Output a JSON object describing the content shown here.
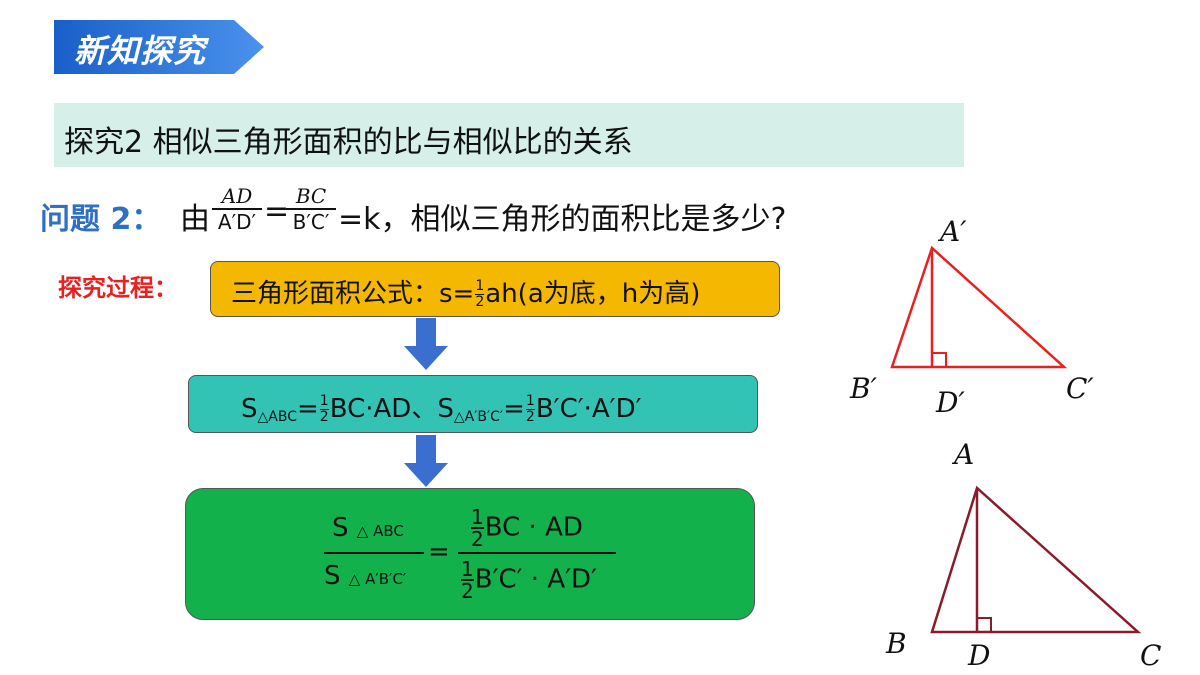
{
  "header": {
    "badge": "新知探究",
    "badge_color": "#1f6fd4"
  },
  "topic": {
    "text": "探究2  相似三角形面积的比与相似比的关系",
    "bg": "#d6efe8"
  },
  "question": {
    "label": "问题 2：",
    "prefix": "由",
    "frac1_num": "AD",
    "frac1_den": "A′D′",
    "eq1": "=",
    "frac2_num": "BC",
    "frac2_den": "B′C′",
    "suffix": "=k，相似三角形的面积比是多少?"
  },
  "process_label": "探究过程：",
  "box1": {
    "pre": "三角形面积公式：s=",
    "half_num": "1",
    "half_den": "2",
    "post": "ah(a为底，h为高)",
    "color": "#f5b800"
  },
  "box2": {
    "s1": "S",
    "sub1": "△ABC",
    "mid1": "=",
    "half_num": "1",
    "half_den": "2",
    "expr1": "BC·AD、S",
    "sub2": "△A′B′C′",
    "mid2": "=",
    "expr2": "B′C′·A′D′",
    "color": "#33c3b5"
  },
  "box3": {
    "lhs_num": "S",
    "lhs_num_sub": "△ ABC",
    "lhs_den": "S",
    "lhs_den_sub": "△ A′B′C′",
    "eq": "=",
    "rhs_half_num": "1",
    "rhs_half_den": "2",
    "rhs_num": "BC · AD",
    "rhs_den": "B′C′ · A′D′",
    "color": "#13b14c"
  },
  "arrow_color": "#3a6fd0",
  "triangle_top": {
    "labels": {
      "A": "A′",
      "B": "B′",
      "C": "C′",
      "D": "D′"
    },
    "color": "#e8201f"
  },
  "triangle_bottom": {
    "labels": {
      "A": "A",
      "B": "B",
      "C": "C",
      "D": "D"
    },
    "color": "#8b1a2b"
  }
}
